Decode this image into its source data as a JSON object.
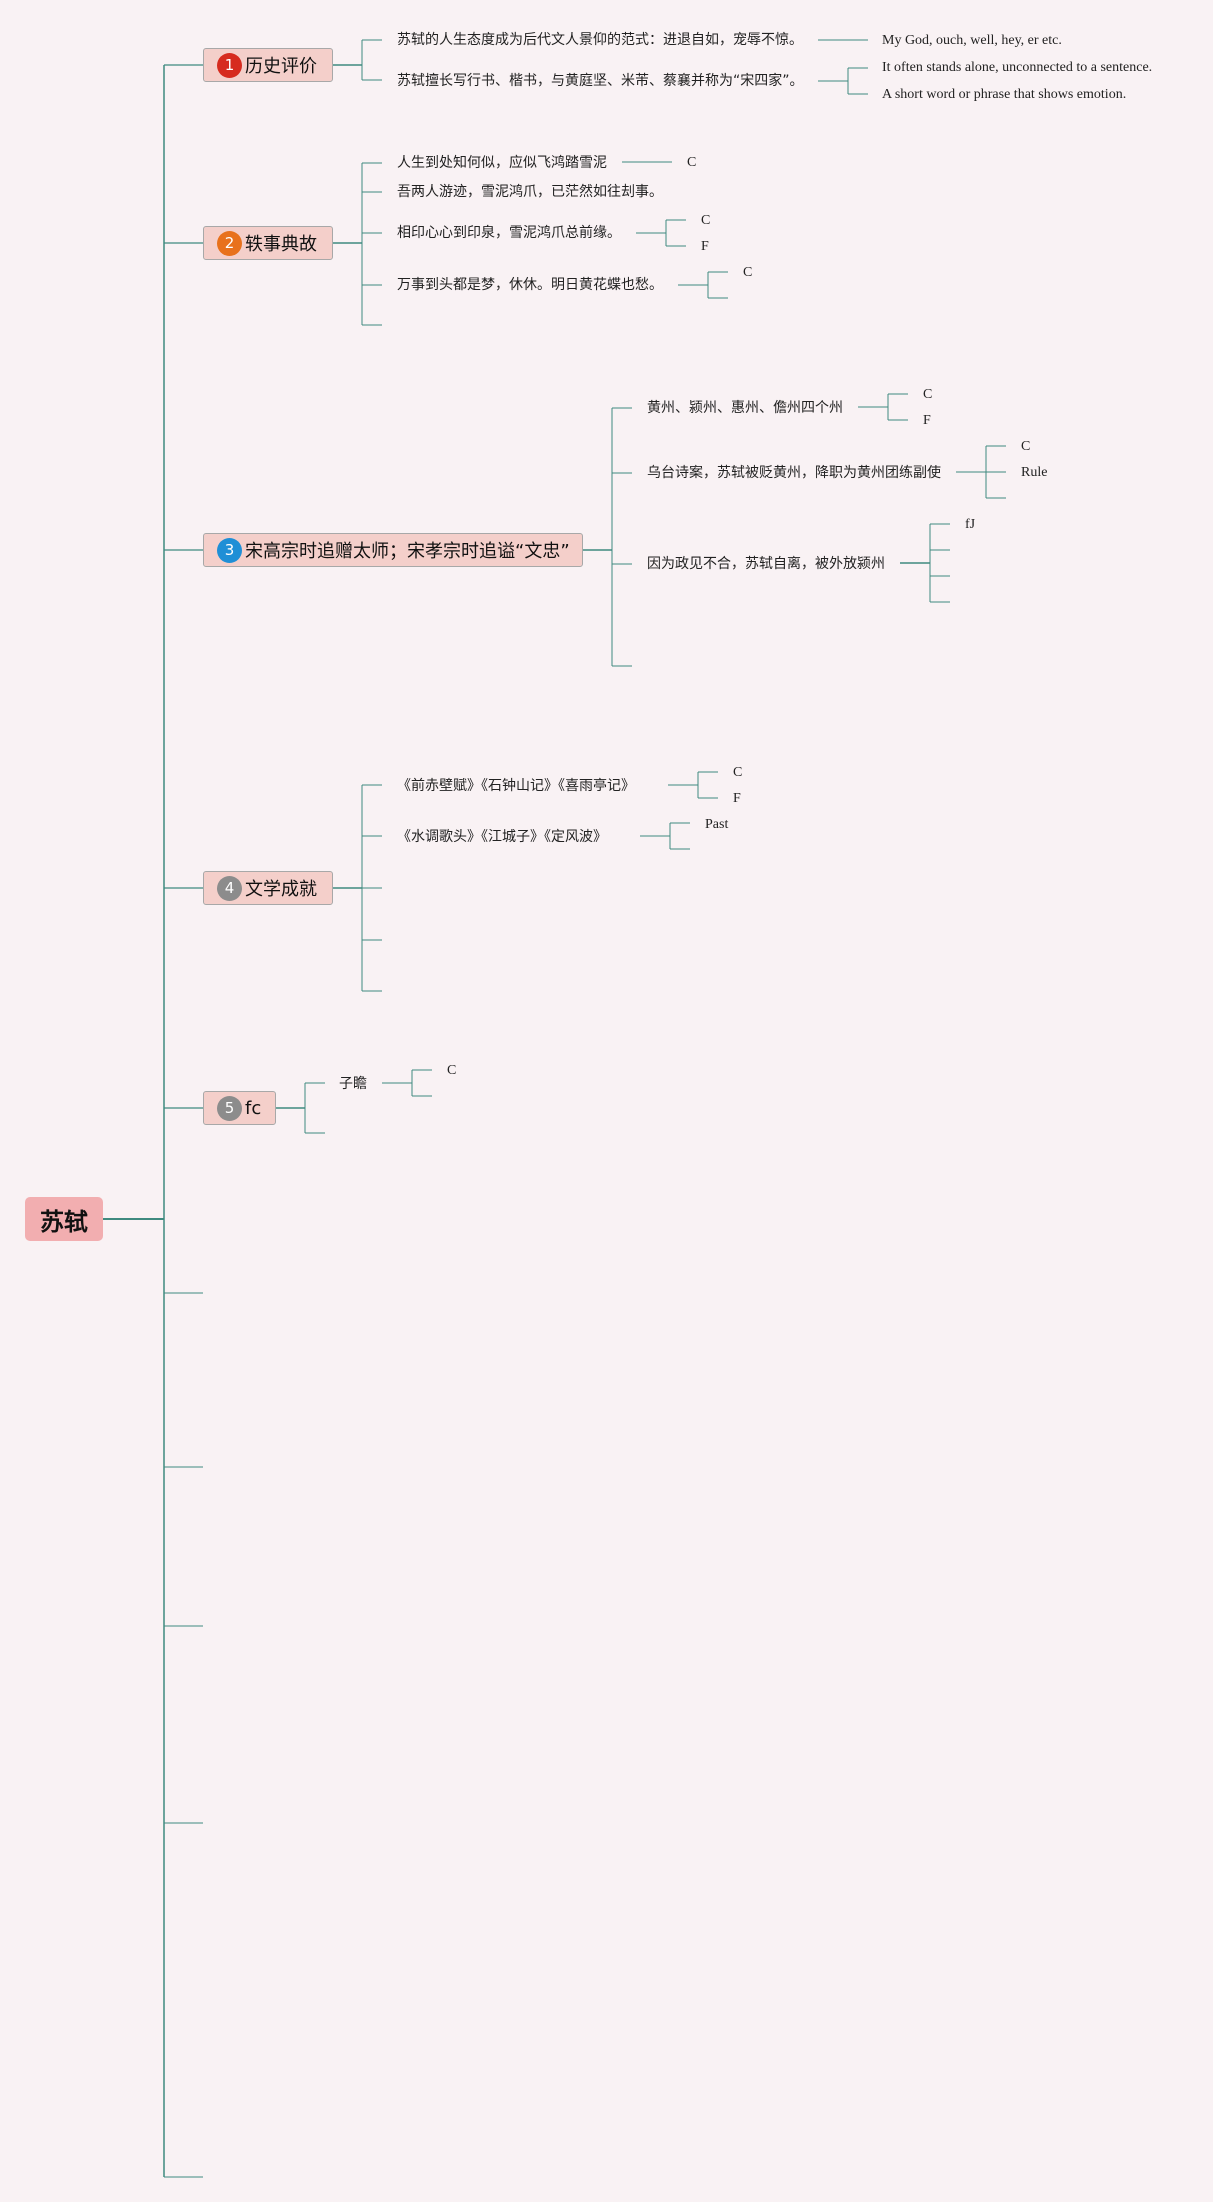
{
  "root": {
    "label": "苏轼"
  },
  "colors": {
    "connector": "#3f8a7f",
    "branch_fill": "#f4cfca",
    "root_fill": "#f2aeb0",
    "badge_1": "#d62b1f",
    "badge_2": "#e8711c",
    "badge_3": "#1f8fd6",
    "badge_4": "#8c8c8c",
    "badge_5": "#8c8c8c"
  },
  "branches": [
    {
      "number": "1",
      "label": "历史评价",
      "children": [
        {
          "text": "苏轼的人生态度成为后代文人景仰的范式：进退自如，宠辱不惊。",
          "notes": [
            "My God, ouch, well, hey, er etc."
          ]
        },
        {
          "text": "苏轼擅长写行书、楷书，与黄庭坚、米芾、蔡襄并称为“宋四家”。",
          "notes": [
            "It often stands alone, unconnected to a sentence.",
            "A short word or phrase that shows emotion."
          ]
        }
      ]
    },
    {
      "number": "2",
      "label": "轶事典故",
      "children": [
        {
          "text": "人生到处知何似，应似飞鸿踏雪泥",
          "notes": [
            "C"
          ]
        },
        {
          "text": "吾两人游迹，雪泥鸿爪，已茫然如往刦事。",
          "notes": []
        },
        {
          "text": "相印心心到印泉，雪泥鸿爪总前缘。",
          "notes": [
            "C",
            "F"
          ]
        },
        {
          "text": "万事到头都是梦，休休。明日黄花蝶也愁。",
          "notes": [
            "C"
          ]
        }
      ]
    },
    {
      "number": "3",
      "label": "宋高宗时追赠太师；宋孝宗时追谥“文忠”",
      "children": [
        {
          "text": "黄州、颍州、惠州、儋州四个州",
          "notes": [
            "C",
            "F"
          ]
        },
        {
          "text": "乌台诗案，苏轼被贬黄州，降职为黄州团练副使",
          "notes": [
            "C",
            "Rule"
          ]
        },
        {
          "text": "因为政见不合，苏轼自离，被外放颍州",
          "notes": [
            "fJ"
          ]
        }
      ]
    },
    {
      "number": "4",
      "label": "文学成就",
      "children": [
        {
          "text": "《前赤壁赋》《石钟山记》《喜雨亭记》",
          "notes": [
            "C",
            "F"
          ]
        },
        {
          "text": "《水调歌头》《江城子》《定风波》",
          "notes": [
            "Past"
          ]
        }
      ]
    },
    {
      "number": "5",
      "label": "fc",
      "children": [
        {
          "text": "子瞻",
          "notes": [
            "C"
          ]
        }
      ]
    }
  ]
}
